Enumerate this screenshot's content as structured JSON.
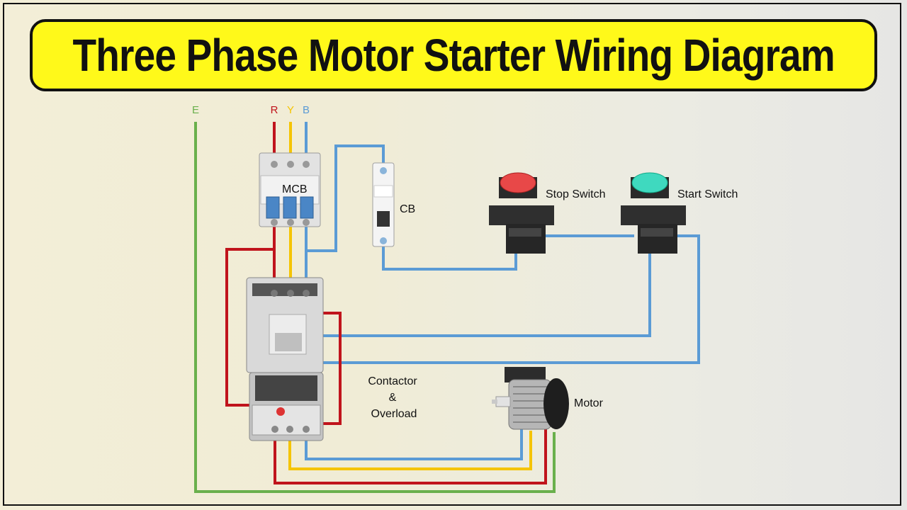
{
  "title": "Three Phase Motor Starter Wiring Diagram",
  "supply_labels": {
    "earth": "E",
    "r": "R",
    "y": "Y",
    "b": "B"
  },
  "components": {
    "mcb": "MCB",
    "cb": "CB",
    "stop_switch": "Stop Switch",
    "start_switch": "Start Switch",
    "contactor_line1": "Contactor",
    "contactor_line2": "&",
    "contactor_line3": "Overload",
    "motor": "Motor"
  },
  "wire_colors": {
    "earth": "#6ab04c",
    "red": "#c0141c",
    "yellow": "#f5c400",
    "blue": "#5b9bd5"
  }
}
